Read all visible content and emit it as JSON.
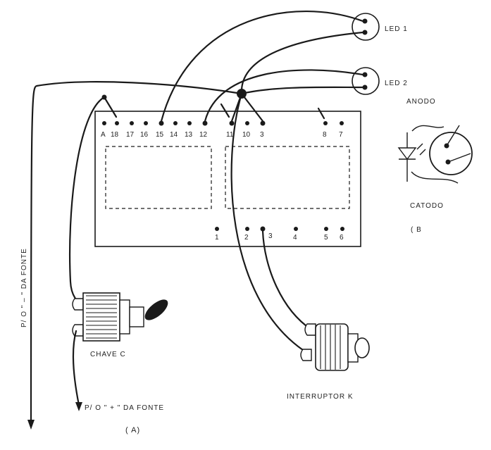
{
  "labels": {
    "led1": "LED 1",
    "led2": "LED 2",
    "anodo": "ANODO",
    "catodo": "CATODO",
    "fig_b": "( B",
    "fig_a": "( A)",
    "chave": "CHAVE  C",
    "interruptor": "INTERRUPTOR  K",
    "fonte_neg": "P/ O \" – \" DA FONTE",
    "fonte_pos": "P/ O \" + \" DA FONTE"
  },
  "top_pins": [
    "A",
    "18",
    "17",
    "16",
    "15",
    "14",
    "13",
    "12",
    "11",
    "10",
    "3",
    "8",
    "7"
  ],
  "bottom_pins": [
    "1",
    "2",
    "3",
    "4",
    "5",
    "6"
  ],
  "colors": {
    "ink": "#1a1a1a",
    "paper": "#ffffff"
  }
}
